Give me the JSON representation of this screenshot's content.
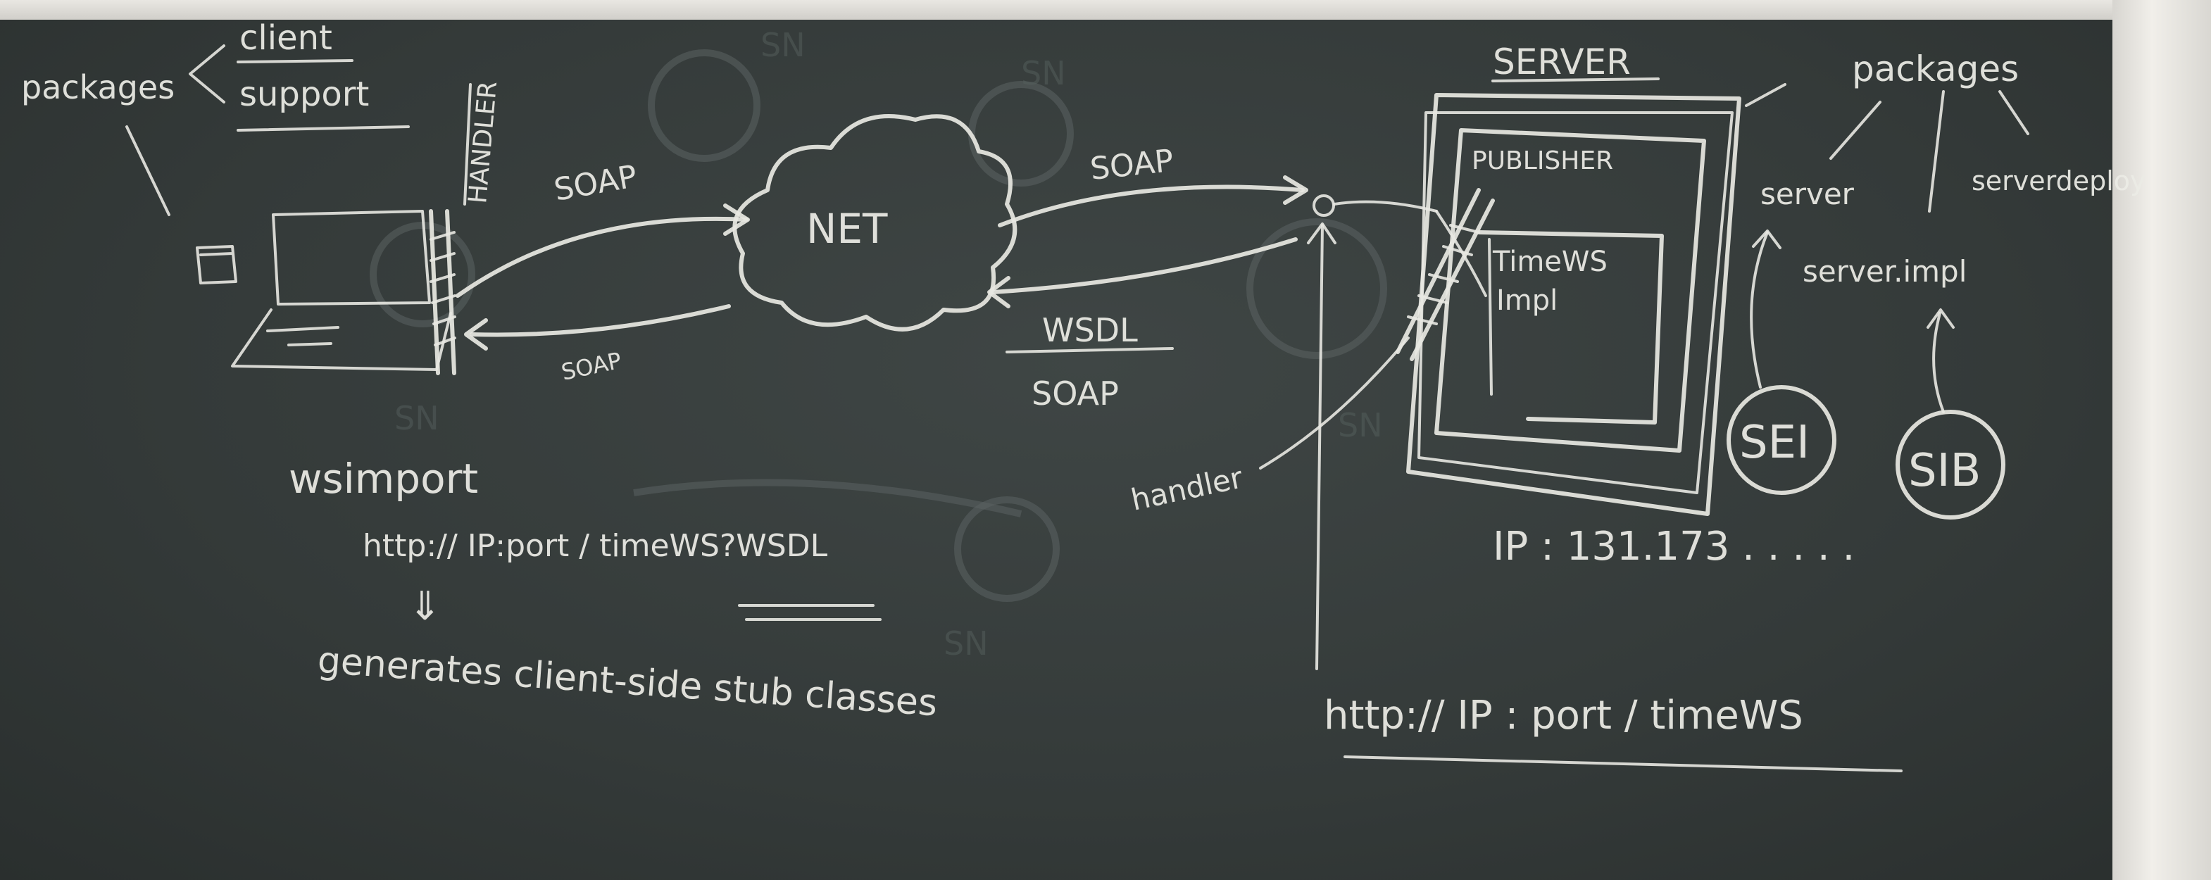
{
  "board": {
    "client_packages": {
      "label": "packages",
      "items": [
        "client",
        "support"
      ]
    },
    "handler_vertical": "HANDLER",
    "soap_top_left": "SOAP",
    "soap_bottom_left": "SOAP",
    "net": "NET",
    "soap_top_right": "SOAP",
    "wsdl": "WSDL",
    "soap_bottom_right": "SOAP",
    "server": {
      "title": "SERVER",
      "publisher": "PUBLISHER",
      "impl_line1": "TimeWS",
      "impl_line2": "Impl"
    },
    "server_packages": {
      "label": "packages",
      "items": [
        "server",
        "serverdeploy",
        "server.impl"
      ]
    },
    "sei": "SEI",
    "sib": "SIB",
    "ip": "IP : 131.173 . . . . .",
    "handler_label": "handler",
    "wsimport": "wsimport",
    "wsimport_url": "http:// IP:port / timeWS?WSDL",
    "arrow_down": "⇓",
    "generates": "generates client-side stub classes",
    "server_url": "http:// IP : port / timeWS",
    "ghost_marks": [
      "SN",
      "SN",
      "SN",
      "SN",
      "SN"
    ]
  }
}
